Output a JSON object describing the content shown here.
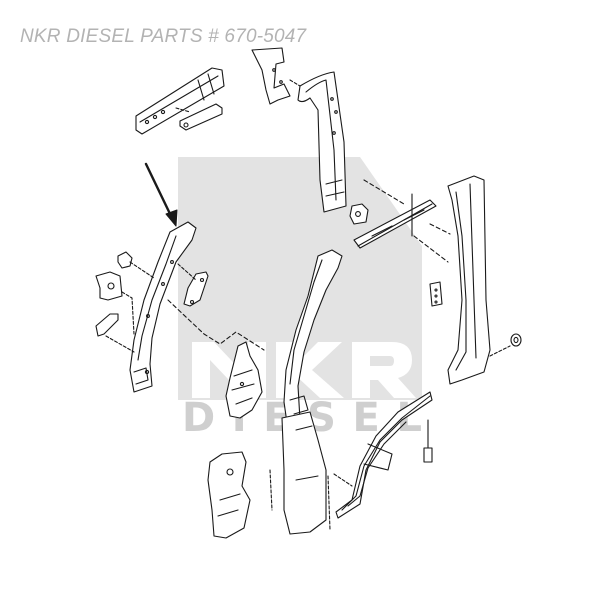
{
  "caption": "NKR DIESEL PARTS # 670-5047",
  "watermark": {
    "line1": "NKR",
    "line2_letters": [
      "D",
      "I",
      "E",
      "S",
      "E",
      "L"
    ],
    "box_color": "#e3e3e3",
    "letter_color": "#ffffff",
    "line2_color": "#cfcfcf"
  },
  "diagram": {
    "subject": "cab pillar / body side panel exploded parts view",
    "indicator": "arrow-pointing-to-front-pillar",
    "line_color": "#1a1a1a"
  }
}
